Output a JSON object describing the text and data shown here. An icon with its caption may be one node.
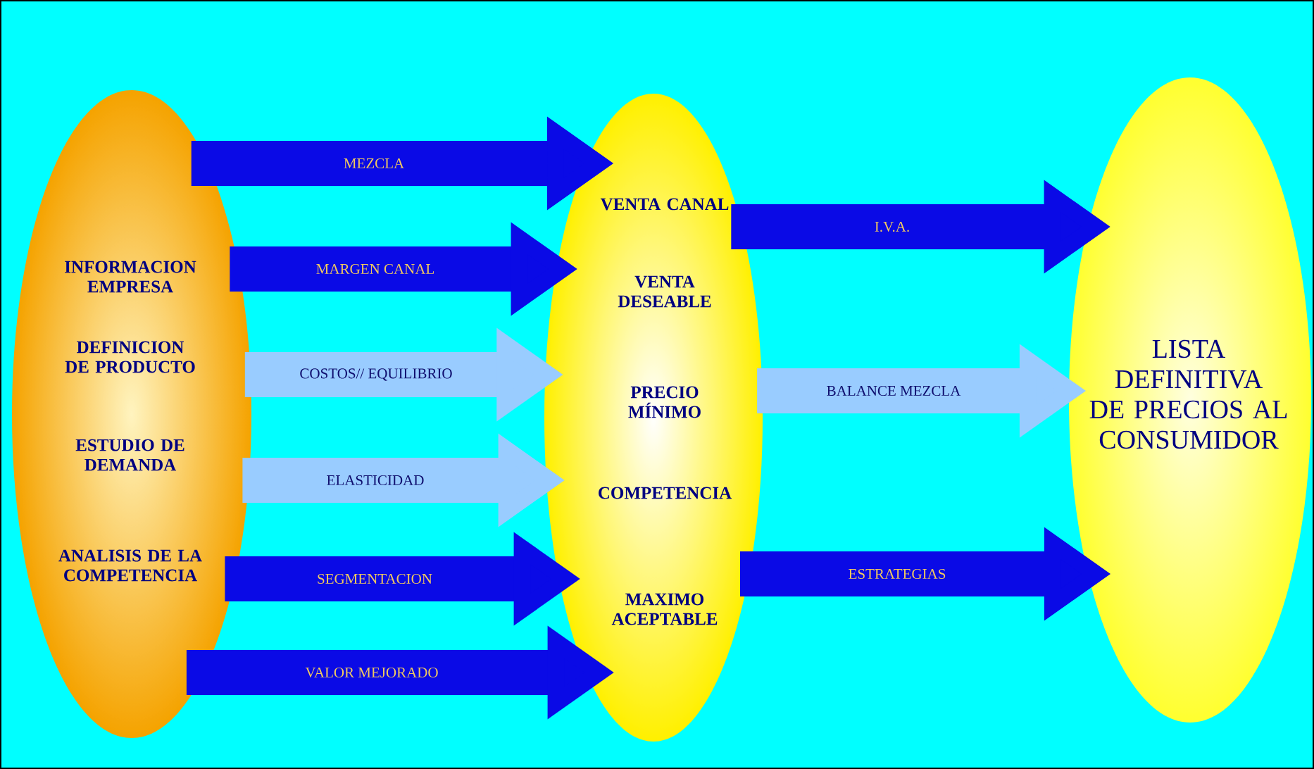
{
  "diagram": {
    "nodes": [
      {
        "text": [
          "INFORMACION EMPRESA",
          "DEFINICION DE PRODUCTO",
          "ESTUDIO DE DEMANDA",
          "ANALISIS DE LA COMPETENCIA"
        ]
      },
      {
        "text": [
          "VENTA CANAL",
          "VENTA DESEABLE",
          "PRECIO MÍNIMO",
          "COMPETENCIA",
          "MAXIMO ACEPTABLE"
        ]
      },
      {
        "text": [
          "LISTA DEFINITIVA DE PRECIOS AL CONSUMIDOR"
        ]
      }
    ],
    "edges": [
      {
        "from": 0,
        "to": 1,
        "arrow": "to",
        "label": "MEZCLA"
      },
      {
        "from": 0,
        "to": 1,
        "arrow": "to",
        "label": "MARGEN CANAL"
      },
      {
        "from": 0,
        "to": 1,
        "arrow": "to",
        "label": "COSTOS// EQUILIBRIO",
        "color": "#99ccff"
      },
      {
        "from": 0,
        "to": 1,
        "arrow": "to",
        "label": "ELASTICIDAD",
        "color": "#99ccff"
      },
      {
        "from": 0,
        "to": 1,
        "arrow": "to",
        "label": "SEGMENTACION"
      },
      {
        "from": 0,
        "to": 1,
        "arrow": "to",
        "label": "VALOR MEJORADO"
      },
      {
        "from": 1,
        "to": 2,
        "arrow": "to",
        "label": "I.V.A."
      },
      {
        "from": 1,
        "to": 2,
        "arrow": "to",
        "label": "BALANCE  MEZCLA",
        "color": "#99ccff"
      },
      {
        "from": 1,
        "to": 2,
        "arrow": "to",
        "label": "ESTRATEGIAS"
      }
    ]
  }
}
